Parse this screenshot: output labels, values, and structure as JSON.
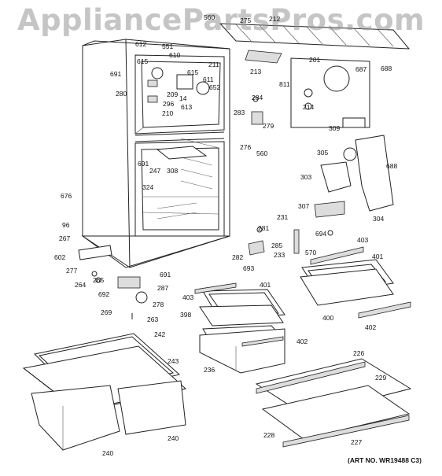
{
  "watermark": "AppliancePartsPros.com",
  "art_number": "(ART NO. WR19488 C3)",
  "part_labels": {
    "560a": "560",
    "275": "275",
    "212": "212",
    "612": "612",
    "551": "551",
    "615a": "615",
    "610": "610",
    "691a": "691",
    "211": "211",
    "615b": "615",
    "611": "611",
    "652": "652",
    "280": "280",
    "209": "209",
    "14": "14",
    "296": "296",
    "613": "613",
    "210": "210",
    "213": "213",
    "201": "201",
    "687": "687",
    "688a": "688",
    "811": "811",
    "214": "214",
    "284": "284",
    "283": "283",
    "279": "279",
    "276": "276",
    "560b": "560",
    "309": "309",
    "305": "305",
    "688b": "688",
    "303": "303",
    "307": "307",
    "304": "304",
    "691b": "691",
    "247": "247",
    "308": "308",
    "324": "324",
    "676": "676",
    "96": "96",
    "267": "267",
    "602": "602",
    "277": "277",
    "264": "264",
    "265": "265",
    "691c": "691",
    "287": "287",
    "692": "692",
    "278": "278",
    "269": "269",
    "263": "263",
    "231": "231",
    "281": "281",
    "285": "285",
    "694": "694",
    "570": "570",
    "233": "233",
    "282": "282",
    "693": "693",
    "403a": "403",
    "401a": "401",
    "403b": "403",
    "401b": "401",
    "398": "398",
    "402a": "402",
    "400": "400",
    "402b": "402",
    "236": "236",
    "242": "242",
    "243": "243",
    "240a": "240",
    "240b": "240",
    "226": "226",
    "229": "229",
    "228": "228",
    "227": "227"
  }
}
